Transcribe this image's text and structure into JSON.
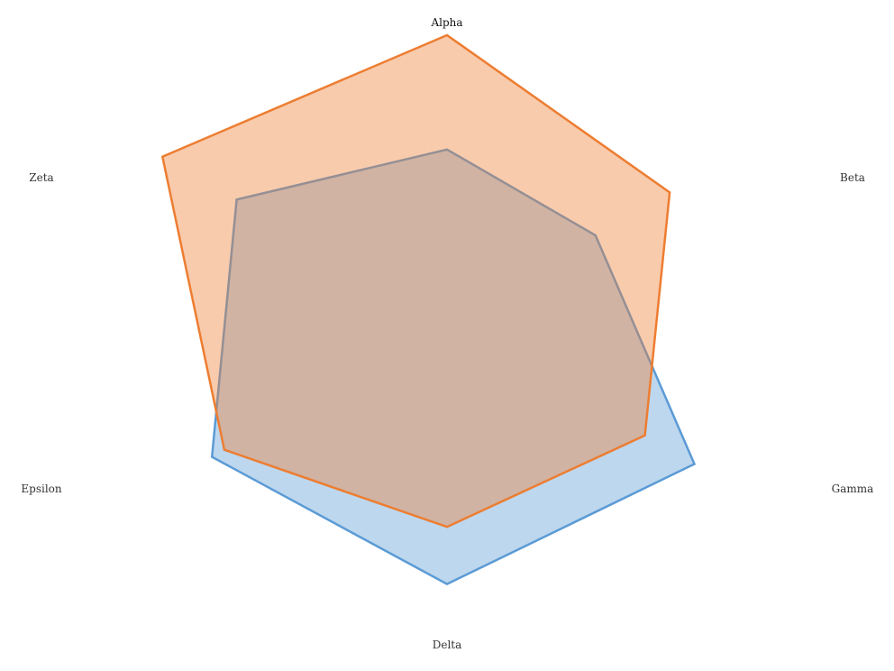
{
  "chart_data": {
    "type": "radar",
    "axes": [
      "Alpha",
      "Beta",
      "Gamma",
      "Delta",
      "Epsilon",
      "Zeta"
    ],
    "rmax": 100,
    "grid": false,
    "series": [
      {
        "color": "#5B9BD5",
        "values": [
          60,
          60,
          100,
          92,
          95,
          85
        ]
      },
      {
        "color": "#ED7D31",
        "values": [
          100,
          90,
          80,
          72,
          90,
          115
        ]
      }
    ]
  }
}
